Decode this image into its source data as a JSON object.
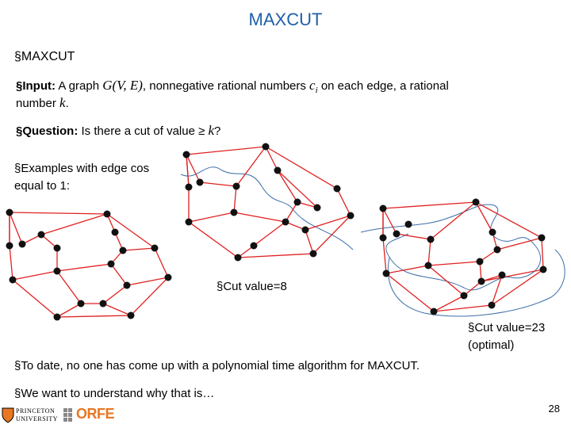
{
  "slide": {
    "title": "MAXCUT",
    "heading_bullet": "§MAXCUT",
    "input_label": "§Input:",
    "input_text_1": " A graph ",
    "input_math_1": "G(V, E)",
    "input_text_2": ", nonnegative rational numbers ",
    "input_math_2": "c",
    "input_math_2_sub": "i",
    "input_text_3": " on each edge, a rational",
    "input_text_4": "number ",
    "input_math_3": "k",
    "input_text_5": ".",
    "question_label": "§Question:",
    "question_text": " Is there a cut of value ≥ ",
    "question_math": "k",
    "question_end": "?",
    "examples_line1": "§Examples with edge cos",
    "examples_line2": "equal to 1:",
    "cut_value_8": "§Cut value=8",
    "cut_value_23_line1": "§Cut value=23",
    "cut_value_23_line2": "(optimal)",
    "to_date": "§To date, no one has come up with a polynomial time algorithm for MAXCUT.",
    "want": "§We want to understand why that is…",
    "page_number": "28",
    "logo_princeton_1": "PRINCETON",
    "logo_princeton_2": "UNIVERSITY",
    "logo_orfe": "ORFE"
  },
  "colors": {
    "title": "#1f5fa8",
    "edge": "#e02020",
    "node": "#111111",
    "cut_line": "#3a6ea8",
    "orfe": "#e87722"
  }
}
